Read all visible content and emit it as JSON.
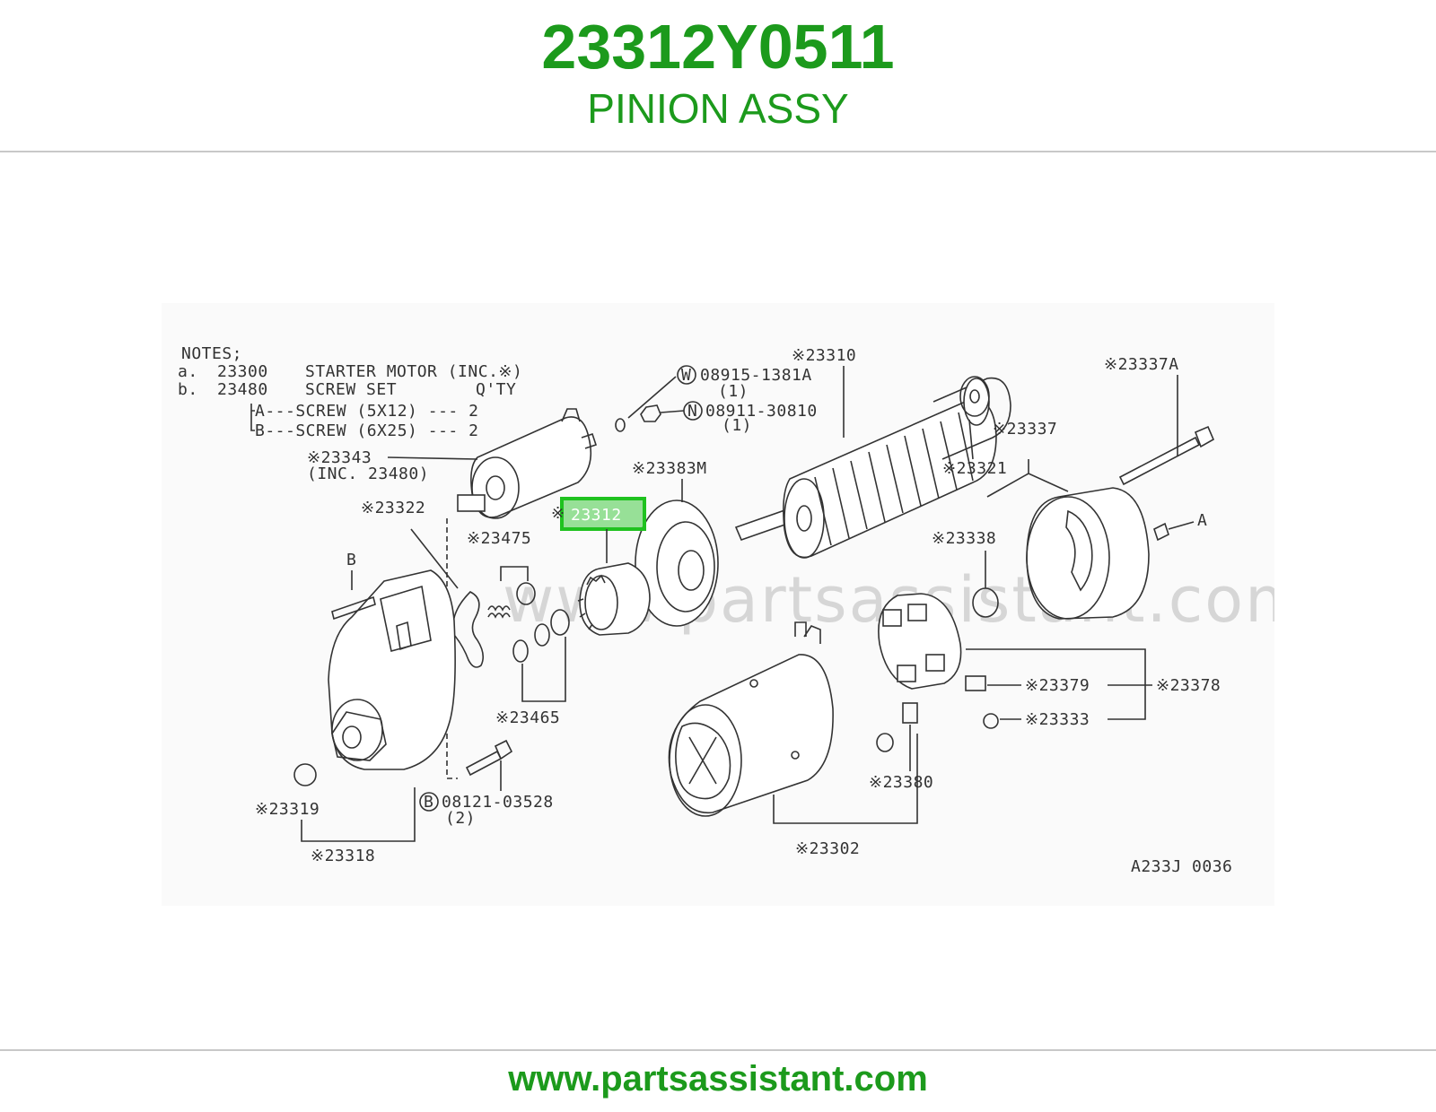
{
  "header": {
    "part_number": "23312Y0511",
    "part_name": "PINION ASSY"
  },
  "footer": {
    "url": "www.partsassistant.com"
  },
  "colors": {
    "brand_green": "#1c9a1c",
    "highlight_green": "#1fc21f",
    "line": "#333333"
  },
  "diagram": {
    "watermark": "www.partsassistant.com",
    "code": "A233J 0036",
    "notes": {
      "title": "NOTES;",
      "a_key": "a.",
      "a_part": "23300",
      "a_desc": "STARTER MOTOR (INC.※)",
      "b_key": "b.",
      "b_part": "23480",
      "b_desc": "SCREW SET",
      "qty_header": "Q'TY",
      "row_a": "A---SCREW (5X12)  --- 2",
      "row_b": "B---SCREW (6X25)  --- 2"
    },
    "labels": {
      "p23310": "※23310",
      "w_circle": "W",
      "w_part": "08915-1381A",
      "w_qty": "(1)",
      "n_circle": "N",
      "n_part": "08911-30810",
      "n_qty": "(1)",
      "p23337A": "※23337A",
      "p23343": "※23343",
      "p23343_inc": "(INC. 23480)",
      "p23337": "※23337",
      "p23321": "※23321",
      "p23383M": "※23383M",
      "p23322": "※23322",
      "p23312_mark": "※",
      "p23312": "23312",
      "a_ref": "A",
      "p23475": "※23475",
      "p23338": "※23338",
      "b_ref": "B",
      "p23379": "※23379",
      "p23378": "※23378",
      "p23333": "※23333",
      "p23465": "※23465",
      "p23380": "※23380",
      "b_circle": "B",
      "b_part": "08121-03528",
      "b_qty": "(2)",
      "p23319": "※23319",
      "p23318": "※23318",
      "p23302": "※23302"
    }
  }
}
